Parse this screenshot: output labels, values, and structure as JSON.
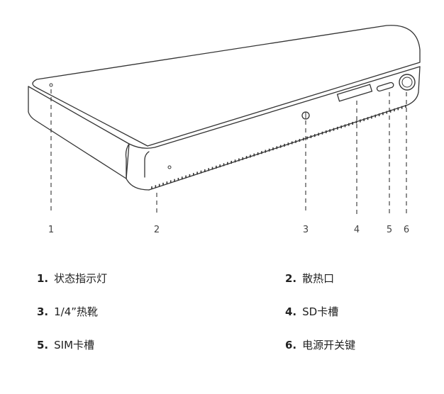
{
  "callouts": [
    "1",
    "2",
    "3",
    "4",
    "5",
    "6"
  ],
  "legend": [
    {
      "num": "1.",
      "label": "状态指示灯"
    },
    {
      "num": "2.",
      "label": "散热口"
    },
    {
      "num": "3.",
      "label": "1/4”热靴"
    },
    {
      "num": "4.",
      "label": "SD卡槽"
    },
    {
      "num": "5.",
      "label": "SIM卡槽"
    },
    {
      "num": "6.",
      "label": "电源开关键"
    }
  ],
  "colors": {
    "stroke": "#333333",
    "text": "#222222"
  }
}
